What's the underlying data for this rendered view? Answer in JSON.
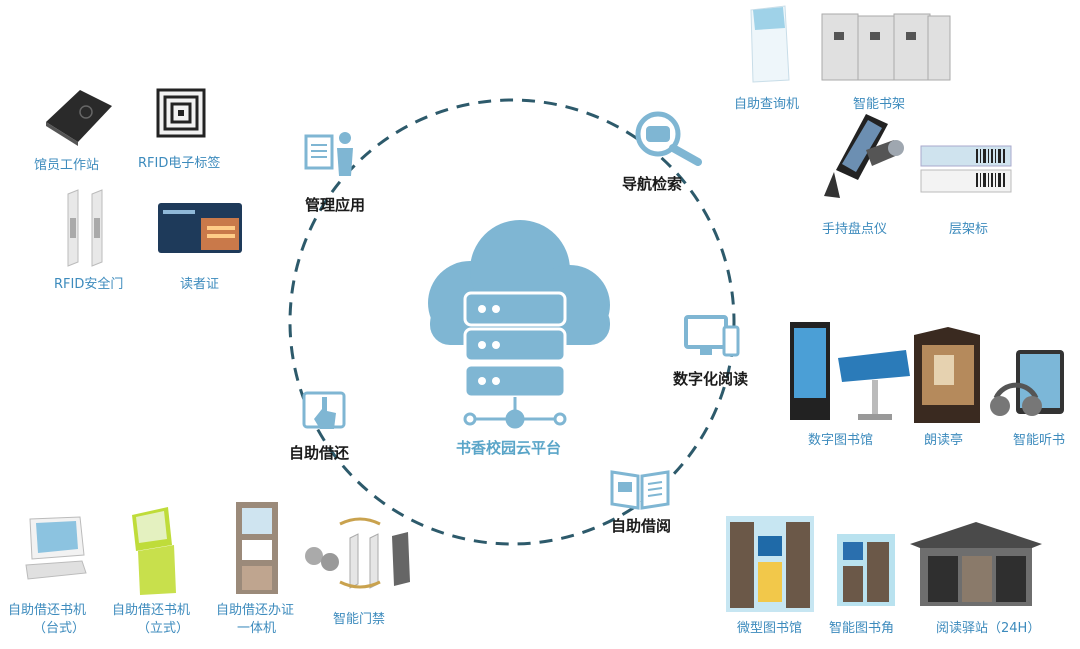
{
  "center": {
    "title": "书香校园云平台"
  },
  "categories": {
    "management": "管理应用",
    "search": "导航检索",
    "digital": "数字化阅读",
    "selfservice": "自助借还",
    "selfreading": "自助借阅"
  },
  "items": {
    "staff_station": "馆员工作站",
    "rfid_tag": "RFID电子标签",
    "rfid_gate": "RFID安全门",
    "reader_card": "读者证",
    "query_kiosk": "自助查询机",
    "smart_shelf": "智能书架",
    "handheld": "手持盘点仪",
    "shelf_label": "层架标",
    "digital_library": "数字图书馆",
    "reading_booth": "朗读亭",
    "listening": "智能听书",
    "desktop_machine_line1": "自助借还书机",
    "desktop_machine_line2": "（台式）",
    "standing_machine_line1": "自助借还书机",
    "standing_machine_line2": "（立式）",
    "card_machine_line1": "自助借还办证",
    "card_machine_line2": "一体机",
    "smart_gate": "智能门禁",
    "micro_library": "微型图书馆",
    "smart_corner": "智能图书角",
    "reading_station": "阅读驿站（24H）"
  },
  "colors": {
    "accent": "#7fb6d3",
    "dashes": "#2d5a6b",
    "label": "#3d8bbd",
    "dark": "#1b1b1b"
  },
  "icons": [
    "document-person-icon",
    "search-magnifier-icon",
    "monitor-phone-icon",
    "touch-hand-icon",
    "open-book-icon",
    "cloud-server-icon"
  ]
}
